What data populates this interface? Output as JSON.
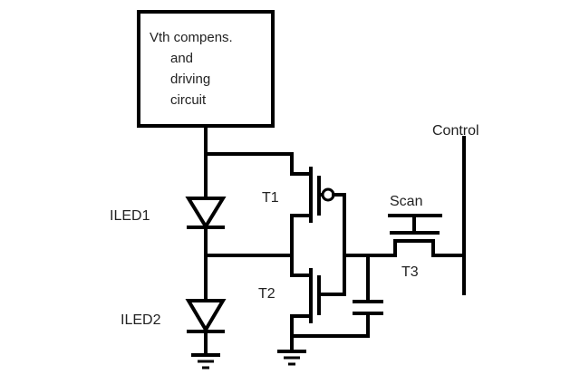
{
  "block": {
    "lines": [
      "Vth compens.",
      "and",
      "driving",
      "circuit"
    ]
  },
  "labels": {
    "control": "Control",
    "scan": "Scan",
    "t1": "T1",
    "t2": "T2",
    "t3": "T3",
    "iled1": "ILED1",
    "iled2": "ILED2"
  }
}
